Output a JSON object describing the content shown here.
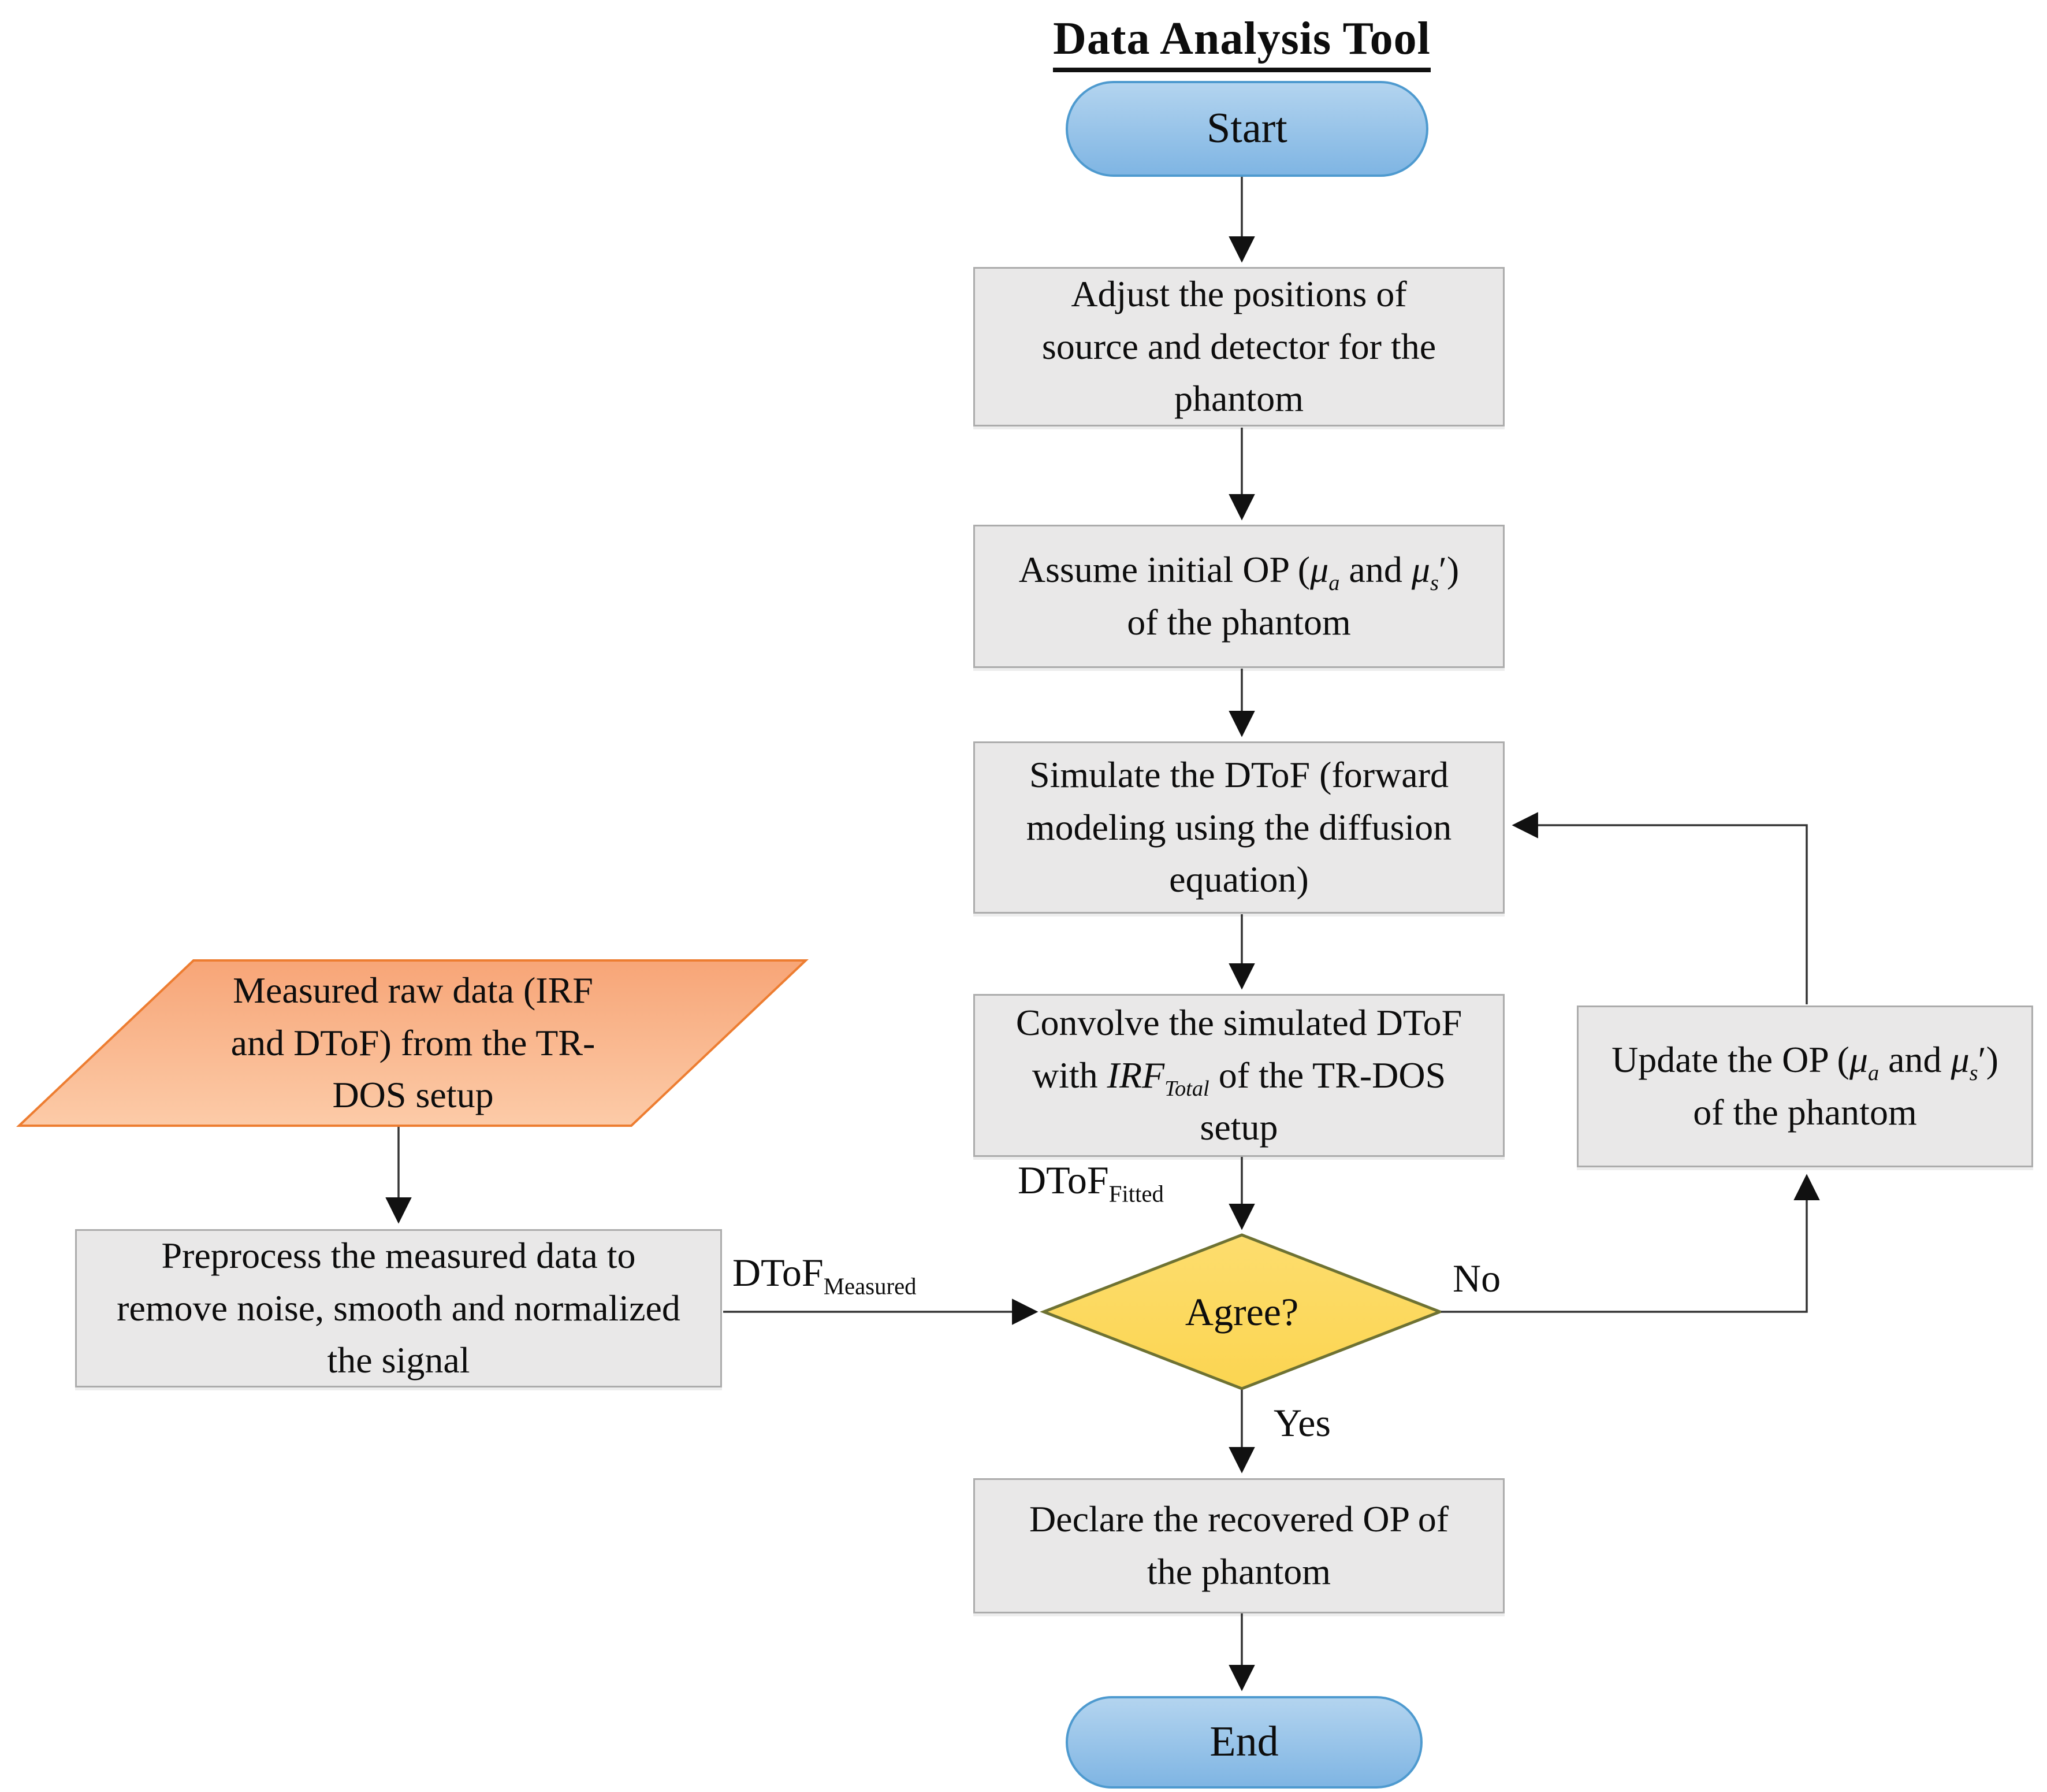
{
  "title": "Data Analysis Tool",
  "colors": {
    "process_fill": "#E9E8E8",
    "process_border": "#ACACAC",
    "terminal_fill_top": "#B3D4EF",
    "terminal_fill_bottom": "#7FB5E3",
    "terminal_border": "#4E9ACF",
    "decision_fill": "#FCD95C",
    "decision_border": "#6E7233",
    "data_fill_top": "#F7A577",
    "data_fill_bottom": "#FCCBA8",
    "data_border": "#ED7D31",
    "connector": "#333333"
  },
  "nodes": {
    "start": {
      "label": "Start"
    },
    "adjust": {
      "label": "Adjust the positions of source and detector for the phantom"
    },
    "assume": {
      "pre": "Assume initial OP (",
      "mu_a": "μ",
      "sub_a": "a",
      "and": " and ",
      "mu_s": "μ",
      "sub_s": "s",
      "prime": "′",
      "post": ") of the phantom"
    },
    "simulate": {
      "label": "Simulate the DToF (forward modeling using the diffusion equation)"
    },
    "convolve": {
      "pre": "Convolve the simulated DToF with ",
      "irf": "IRF",
      "irf_sub": "Total",
      "post": " of the TR-DOS setup"
    },
    "decision": {
      "label": "Agree?"
    },
    "declare": {
      "label": "Declare the recovered OP of the phantom"
    },
    "end": {
      "label": "End"
    },
    "measured_raw": {
      "label": "Measured raw data (IRF and DToF) from the TR-DOS setup"
    },
    "preprocess": {
      "label": "Preprocess the measured data to remove noise, smooth and normalized the signal"
    },
    "update": {
      "pre": "Update the OP (",
      "mu_a": "μ",
      "sub_a": "a",
      "and": " and ",
      "mu_s": "μ",
      "sub_s": "s",
      "prime": "′",
      "post": ") of the phantom"
    }
  },
  "edge_labels": {
    "yes": "Yes",
    "no": "No",
    "dtof_fitted": {
      "base": "DToF",
      "sub": "Fitted"
    },
    "dtof_measured": {
      "base": "DToF",
      "sub": "Measured"
    }
  }
}
